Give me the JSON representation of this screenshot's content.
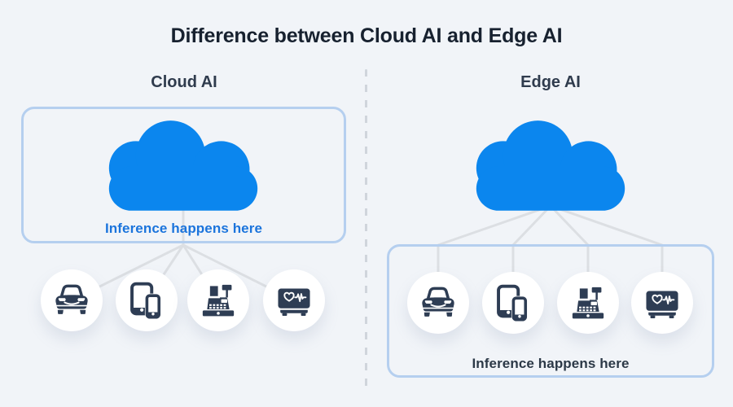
{
  "title": "Difference between Cloud AI and Edge AI",
  "panels": {
    "cloud_ai": {
      "heading": "Cloud AI",
      "caption": "Inference happens here",
      "devices": [
        "car",
        "tablet-and-phone",
        "cash-register",
        "patient-monitor"
      ]
    },
    "edge_ai": {
      "heading": "Edge AI",
      "caption": "Inference happens here",
      "devices": [
        "car",
        "tablet-and-phone",
        "cash-register",
        "patient-monitor"
      ]
    }
  },
  "colors": {
    "background": "#f1f4f8",
    "cloud_blue": "#0b86ee",
    "box_border": "#b5cfef",
    "connector_gray": "#dcdfe3",
    "divider_gray": "#d0d5dc",
    "icon_navy": "#2e3d54",
    "caption_blue": "#1b74dc",
    "caption_dark": "#2c3947",
    "title_dark": "#17212f"
  }
}
